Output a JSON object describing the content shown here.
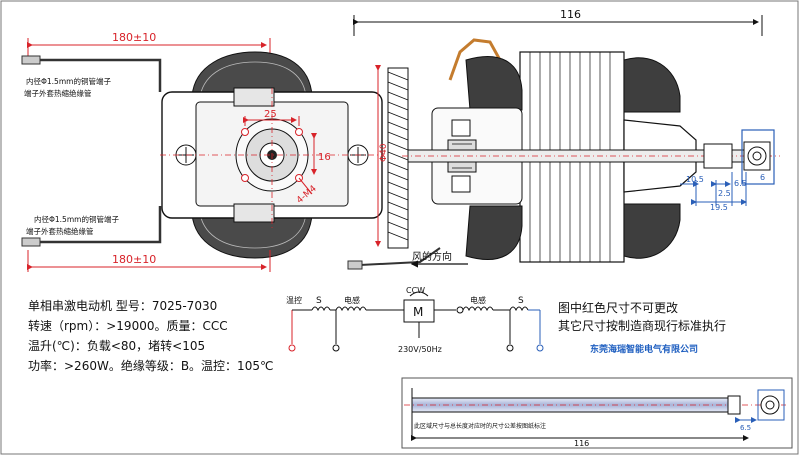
{
  "dimensions": {
    "width_top": "180±10",
    "width_bottom": "180±10",
    "center_span": "25",
    "center_height": "16",
    "hole_label": "4-M4",
    "shaft_dia": "Φ40",
    "overall_length": "116",
    "seg_a": "10.5",
    "seg_b": "6.5",
    "seg_c": "2.5",
    "seg_d": "19.5",
    "seg_e": "6",
    "bottom_length": "116",
    "bottom_seg": "6.5"
  },
  "notes": {
    "lead_top_1": "内径Φ1.5mm的铜管端子",
    "lead_top_2": "端子外套热缩绝缘管",
    "lead_bot_1": "内径Φ1.5mm的铜管端子",
    "lead_bot_2": "端子外套热缩绝缘管",
    "wind_direction": "风的方向"
  },
  "specs": {
    "line1": "单相串激电动机 型号：7025-7030",
    "line2": "转速（rpm）：>19000。质量：CCC",
    "line3": "温升(℃)：负载<80，堵转<105",
    "line4": "功率：>260W。绝缘等级：B。温控：105℃"
  },
  "circuit": {
    "thermo": "温控",
    "s_left": "S",
    "coil_left": "电感",
    "ccw": "CCW",
    "motor": "M",
    "coil_right": "电感",
    "s_right": "S",
    "supply": "230V/50Hz"
  },
  "remarks": {
    "line1": "图中红色尺寸不可更改",
    "line2": "其它尺寸按制造商现行标准执行",
    "company": "东莞海瑞智能电气有限公司"
  },
  "bottom_note": "此区域尺寸与总长度对应时的尺寸公差按图纸标注",
  "colors": {
    "red": "#d8232a",
    "blue": "#2a5fb8",
    "company": "#1f5fc0",
    "ink": "#111111"
  }
}
